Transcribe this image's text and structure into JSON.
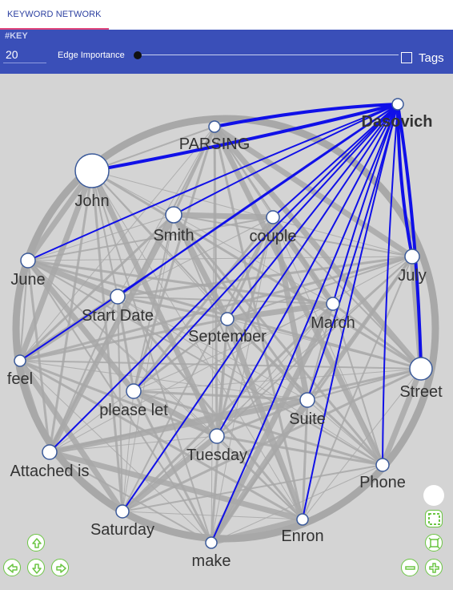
{
  "tab": {
    "label": "KEYWORD NETWORK"
  },
  "controls": {
    "key_label": "#KEY",
    "key_value": "20",
    "edge_label": "Edge Importance",
    "tags_label": "Tags",
    "tags_checked": false,
    "edge_importance_value": 0
  },
  "colors": {
    "header": "#3a4fb8",
    "tab_underline": "#e0457b",
    "canvas": "#d4d4d4",
    "highlight_edge": "#1010e8",
    "edge": "#a8a8a8",
    "nav_button": "#6cc644"
  },
  "network": {
    "selected": "Dasovich",
    "nodes": [
      {
        "id": "Dasovich",
        "label": "Dasovich",
        "bold": true
      },
      {
        "id": "PARSING",
        "label": "PARSING"
      },
      {
        "id": "John",
        "label": "John"
      },
      {
        "id": "Smith",
        "label": "Smith"
      },
      {
        "id": "couple",
        "label": "couple"
      },
      {
        "id": "June",
        "label": "June"
      },
      {
        "id": "July",
        "label": "July"
      },
      {
        "id": "Start Date",
        "label": "Start Date"
      },
      {
        "id": "March",
        "label": "March"
      },
      {
        "id": "September",
        "label": "September"
      },
      {
        "id": "feel",
        "label": "feel"
      },
      {
        "id": "Street",
        "label": "Street"
      },
      {
        "id": "please let",
        "label": "please let"
      },
      {
        "id": "Suite",
        "label": "Suite"
      },
      {
        "id": "Attached is",
        "label": "Attached is"
      },
      {
        "id": "Tuesday",
        "label": "Tuesday"
      },
      {
        "id": "Phone",
        "label": "Phone"
      },
      {
        "id": "Saturday",
        "label": "Saturday"
      },
      {
        "id": "Enron",
        "label": "Enron"
      },
      {
        "id": "make",
        "label": "make"
      }
    ]
  },
  "nav": {
    "icons": [
      "up-arrow-icon",
      "left-arrow-icon",
      "down-arrow-icon",
      "right-arrow-icon",
      "circle-icon",
      "select-icon",
      "fit-icon",
      "zoom-out-icon",
      "zoom-in-icon"
    ]
  }
}
